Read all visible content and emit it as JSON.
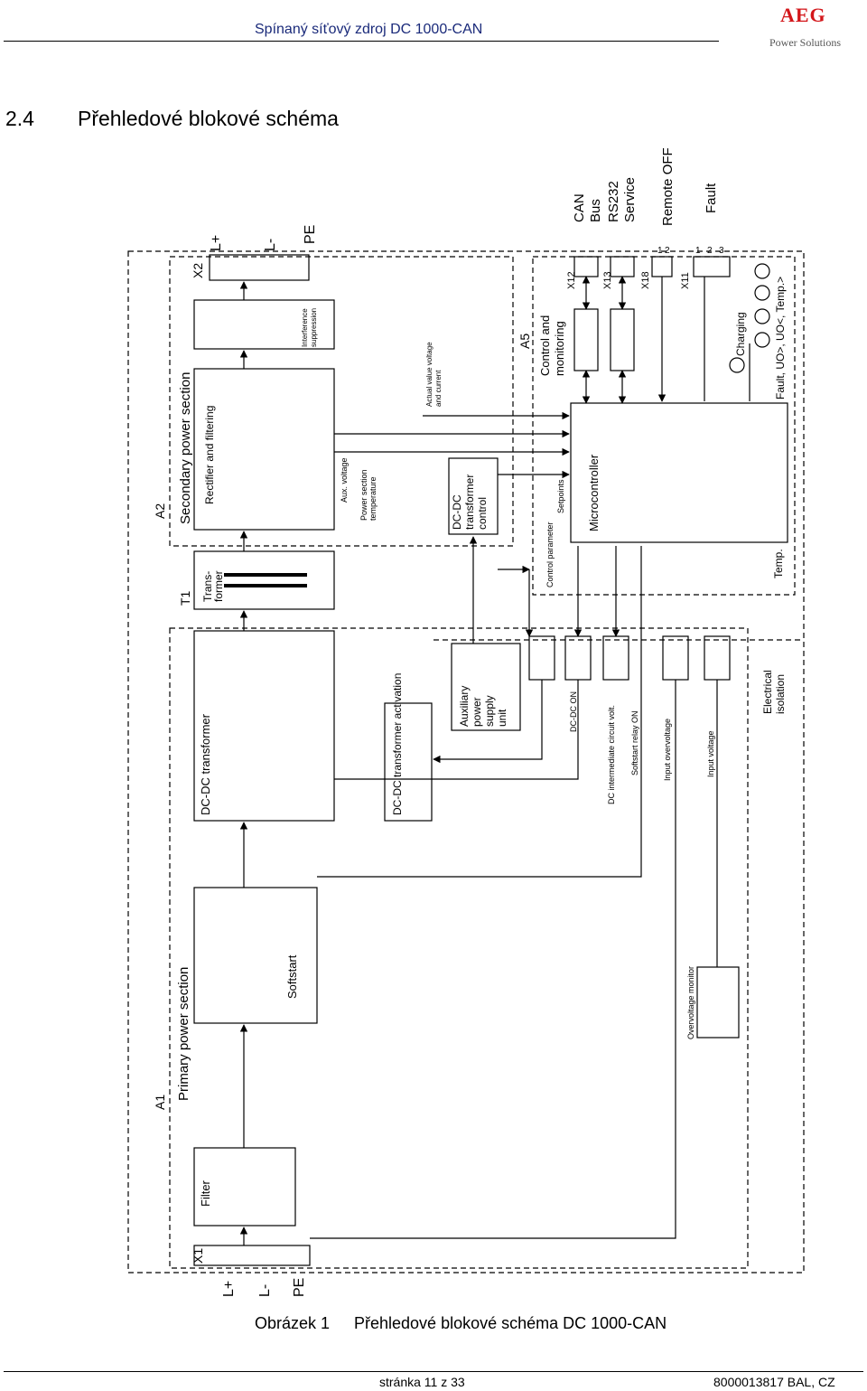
{
  "header": {
    "title": "Spínaný síťový zdroj DC 1000-CAN",
    "logo": "AEG",
    "logo_sub": "Power Solutions",
    "logo_color": "#d3171b"
  },
  "section": {
    "number": "2.4",
    "title": "Přehledové blokové schéma"
  },
  "diagram": {
    "terminals_in": [
      "L+",
      "L-",
      "PE"
    ],
    "terminals_out": [
      "L+",
      "L-",
      "PE"
    ],
    "x1": "X1",
    "x2": "X2",
    "a1": "A1",
    "a1_title": "Primary power section",
    "a2": "A2",
    "a2_title": "Secondary power section",
    "a5": "A5",
    "t1": "T1",
    "filter": "Filter",
    "softstart": "Softstart",
    "dcdc": "DC-DC transformer",
    "dcdc_act": "DC-DC transformer activation",
    "aux_psu": [
      "Auxiliary",
      "power",
      "supply",
      "unit"
    ],
    "transformer": [
      "Trans-",
      "former"
    ],
    "rectifier": "Rectifier and filtering",
    "interference": [
      "Interference",
      "suppression"
    ],
    "aux_voltage": "Aux. voltage",
    "power_temp": [
      "Power section",
      "temperature"
    ],
    "dcdc_control": [
      "DC-DC",
      "transformer",
      "control"
    ],
    "actual_value": [
      "Actual value voltage",
      "and current"
    ],
    "control_param": "Control parameter",
    "setpoints": "Setpoints",
    "microcontroller": "Microcontroller",
    "control_monitoring": [
      "Control and",
      "monitoring"
    ],
    "temp": "Temp.",
    "x12": "X12",
    "x13": "X13",
    "x18": "X18",
    "x11": "X11",
    "can_bus": [
      "CAN",
      "Bus"
    ],
    "rs232": "RS232",
    "service": "Service",
    "remote_off": "Remote OFF",
    "fault": "Fault",
    "pins_12": [
      "1",
      "2"
    ],
    "pins_123": [
      "1",
      "2",
      "3"
    ],
    "charging": "Charging",
    "fault_line": "Fault, UO>, UO<, Temp.>",
    "sig_dcdc_on": "DC-DC ON",
    "sig_dc_inter": "DC intermediate circuit volt.",
    "sig_softstart_relay": "Softstart relay ON",
    "sig_input_overvoltage": "Input overvoltage",
    "sig_input_voltage": "Input voltage",
    "overvoltage_monitor": "Overvoltage monitor",
    "electrical_isolation": [
      "Electrical",
      "isolation"
    ]
  },
  "caption": {
    "label": "Obrázek 1",
    "text": "Přehledové blokové schéma DC 1000-CAN"
  },
  "footer": {
    "page": "stránka 11 z 33",
    "doc": "8000013817 BAL, CZ"
  }
}
